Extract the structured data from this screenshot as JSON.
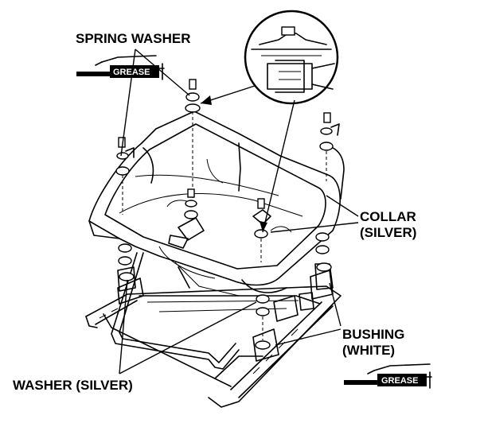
{
  "labels": {
    "spring_washer": "SPRING WASHER",
    "grease_top": "GREASE",
    "collar_line1": "COLLAR",
    "collar_line2": "(SILVER)",
    "bushing_line1": "BUSHING",
    "bushing_line2": "(WHITE)",
    "washer": "WASHER (SILVER)",
    "grease_bottom": "GREASE"
  },
  "colors": {
    "ink": "#000000",
    "paper": "#ffffff"
  },
  "icons": [
    "grease-gun-icon",
    "grease-gun-icon",
    "magnifier-detail-icon"
  ]
}
